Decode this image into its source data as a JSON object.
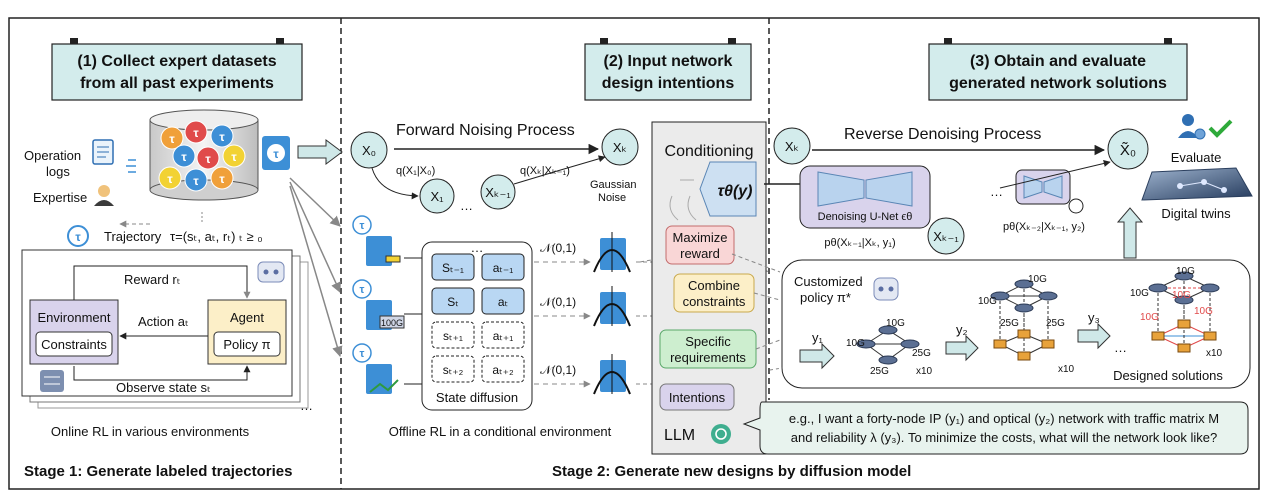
{
  "headers": {
    "collect_line1": "(1) Collect expert datasets",
    "collect_line2": "from all past experiments",
    "input_line1": "(2) Input network",
    "input_line2": "design intentions",
    "obtain_line1": "(3) Obtain and evaluate",
    "obtain_line2": "generated network solutions"
  },
  "stage1": {
    "operation": "Operation",
    "logs": "logs",
    "expertise": "Expertise",
    "trajectory_label": "Trajectory",
    "trajectory_formula": "τ=(sₜ, aₜ, rₜ) ₜ ≥ ₀",
    "tau_symbol": "τ",
    "reward": "Reward rₜ",
    "action": "Action aₜ",
    "agent": "Agent",
    "policy": "Policy π",
    "environment": "Environment",
    "constraints": "Constraints",
    "observe": "Observe state sₜ",
    "online_caption": "Online RL in various environments",
    "stage_label": "Stage 1:  Generate labeled trajectories"
  },
  "stage2": {
    "forward": "Forward Noising Process",
    "x0": "X₀",
    "x1": "X₁",
    "xk": "Xₖ",
    "xk1": "Xₖ₋₁",
    "dots": "…",
    "q1": "q(X₁|X₀)",
    "qk": "q(Xₖ|Xₖ₋₁)",
    "gaussian1": "Gaussian",
    "gaussian2": "Noise",
    "grid_cells": [
      "Sₜ₋₁",
      "aₜ₋₁",
      "Sₜ",
      "aₜ",
      "sₜ₊₁",
      "aₜ₊₁",
      "sₜ₊₂",
      "aₜ₊₂"
    ],
    "state_diffusion": "State diffusion",
    "normal": "𝒩(0,1)",
    "offline_caption": "Offline RL in a conditional environment",
    "badge_100g": "100G",
    "conditioning": "Conditioning",
    "tau_theta": "τθ(y)",
    "maximize1": "Maximize",
    "maximize2": "reward",
    "combine1": "Combine",
    "combine2": "constraints",
    "specific1": "Specific",
    "specific2": "requirements",
    "intentions": "Intentions",
    "llm": "LLM",
    "stage_label": "Stage 2:  Generate new designs by diffusion model"
  },
  "stage3": {
    "reverse": "Reverse Denoising Process",
    "xk": "Xₖ",
    "x0_tilde": "X̃₀",
    "evaluate": "Evaluate",
    "digital_twins": "Digital twins",
    "unet_label": "Denoising U-Net ϵθ",
    "p_theta1": "pθ(Xₖ₋₁|Xₖ, y₁)",
    "p_theta2": "pθ(Xₖ₋₂|Xₖ₋₁, y₂)",
    "xk1": "Xₖ₋₁",
    "dots": "…",
    "customized1": "Customized",
    "customized2": "policy π*",
    "y1": "y₁",
    "y2": "y₂",
    "y3": "y₃",
    "g10": "10G",
    "g25": "25G",
    "x10": "x10",
    "designed": "Designed solutions",
    "prompt_line1": "e.g., I want a forty-node IP (y₁) and optical (y₂)  network with traffic matrix M",
    "prompt_line2": "and reliability λ (y₃). To minimize the costs, what will the network look like?"
  },
  "colors": {
    "header_fill": "#d3ecec",
    "teal_arrow": "#cfe8e8",
    "lavender": "#d9d3ec",
    "red_box": "#f9d6d6",
    "yellow_box": "#fcefc8",
    "green_box": "#cdeecf",
    "prompt_fill": "#e8f3ee",
    "tau_blue": "#3d8fd6"
  }
}
